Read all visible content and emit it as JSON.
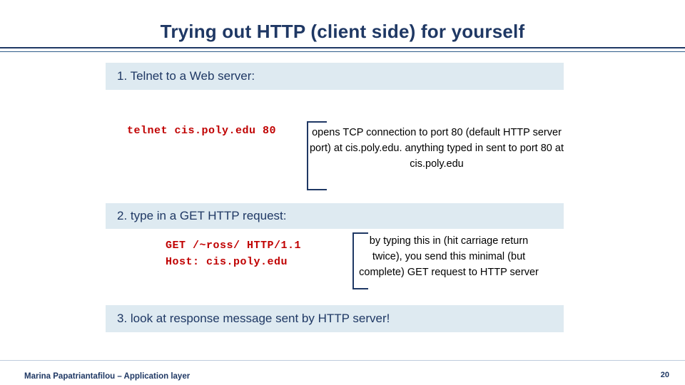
{
  "slide": {
    "title": "Trying out HTTP (client side) for yourself",
    "steps": [
      {
        "label": "1. Telnet to a Web server:"
      },
      {
        "label": "2. type in a GET HTTP request:"
      },
      {
        "label": "3. look at response message sent by HTTP server!"
      }
    ],
    "code_blocks": [
      {
        "text": "telnet cis.poly.edu 80"
      },
      {
        "text": "GET /~ross/ HTTP/1.1\nHost: cis.poly.edu"
      }
    ],
    "annotations": [
      {
        "text": "opens TCP connection to port 80 (default HTTP server port) at cis.poly.edu. anything typed in sent to port 80 at cis.poly.edu"
      },
      {
        "text": "by typing this in (hit carriage return twice), you send this minimal (but complete) GET request to HTTP server"
      }
    ],
    "footer": {
      "author_line": "Marina Papatriantafilou – Application layer",
      "page_number": "20"
    },
    "colors": {
      "title": "#1F3864",
      "band": "#DEEAF1",
      "code": "#C00000",
      "brace": "#1F3864"
    }
  }
}
